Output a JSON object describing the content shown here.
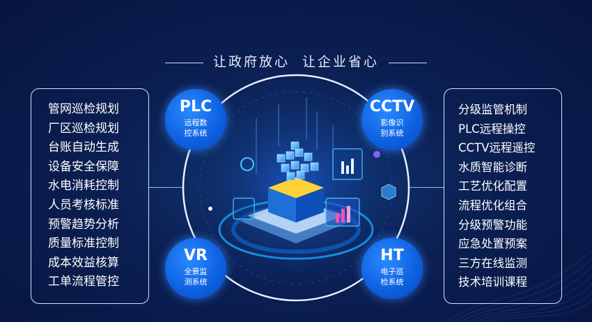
{
  "slogan": {
    "part1": "让政府放心",
    "part2": "让企业省心"
  },
  "left_items": [
    "管网巡检规划",
    "厂区巡检规划",
    "台账自动生成",
    "设备安全保障",
    "水电消耗控制",
    "人员考核标准",
    "预警趋势分析",
    "质量标准控制",
    "成本效益核算",
    "工单流程管控"
  ],
  "right_items": [
    "分级监管机制",
    "PLC远程操控",
    "CCTV远程遥控",
    "水质智能诊断",
    "工艺优化配置",
    "流程优化组合",
    "分级预警功能",
    "应急处置预案",
    "三方在线监测",
    "技术培训课程"
  ],
  "badges": {
    "plc": {
      "abbr": "PLC",
      "line1": "远程数",
      "line2": "控系统"
    },
    "cctv": {
      "abbr": "CCTV",
      "line1": "影像识",
      "line2": "别系统"
    },
    "vr": {
      "abbr": "VR",
      "line1": "全景监",
      "line2": "测系统"
    },
    "ht": {
      "abbr": "HT",
      "line1": "电子巡",
      "line2": "检系统"
    }
  },
  "colors": {
    "background": "#0b1f52",
    "accent": "#0d5fe0",
    "ring": "#ffffff",
    "cube": "#3fb0ff"
  }
}
